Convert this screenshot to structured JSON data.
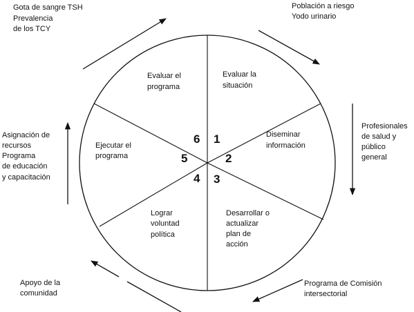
{
  "cycle": {
    "segments": [
      {
        "number": "1",
        "lines": [
          "Evaluar la",
          "situación"
        ]
      },
      {
        "number": "2",
        "lines": [
          "Diseminar",
          "información"
        ]
      },
      {
        "number": "3",
        "lines": [
          "Desarrollar o",
          "actualizar",
          "plan de",
          "acción"
        ]
      },
      {
        "number": "4",
        "lines": [
          "Lograr",
          "voluntad",
          "política"
        ]
      },
      {
        "number": "5",
        "lines": [
          "Ejecutar el",
          "programa"
        ]
      },
      {
        "number": "6",
        "lines": [
          "Evaluar el",
          "programa"
        ]
      }
    ]
  },
  "outer_labels": {
    "top_left": [
      "Gota de sangre TSH",
      "Prevalencia",
      "de los TCY"
    ],
    "top_right": [
      "Población a riesgo",
      "Yodo urinario"
    ],
    "right": [
      "Profesionales",
      "de salud y",
      "público",
      "general"
    ],
    "bottom_right": [
      "Programa de Comisión",
      "intersectorial"
    ],
    "bottom_left": [
      "Apoyo de la",
      "comunidad"
    ],
    "left": [
      "Asignación de",
      "recursos",
      "Programa",
      "de educación",
      "y capacitación"
    ]
  }
}
